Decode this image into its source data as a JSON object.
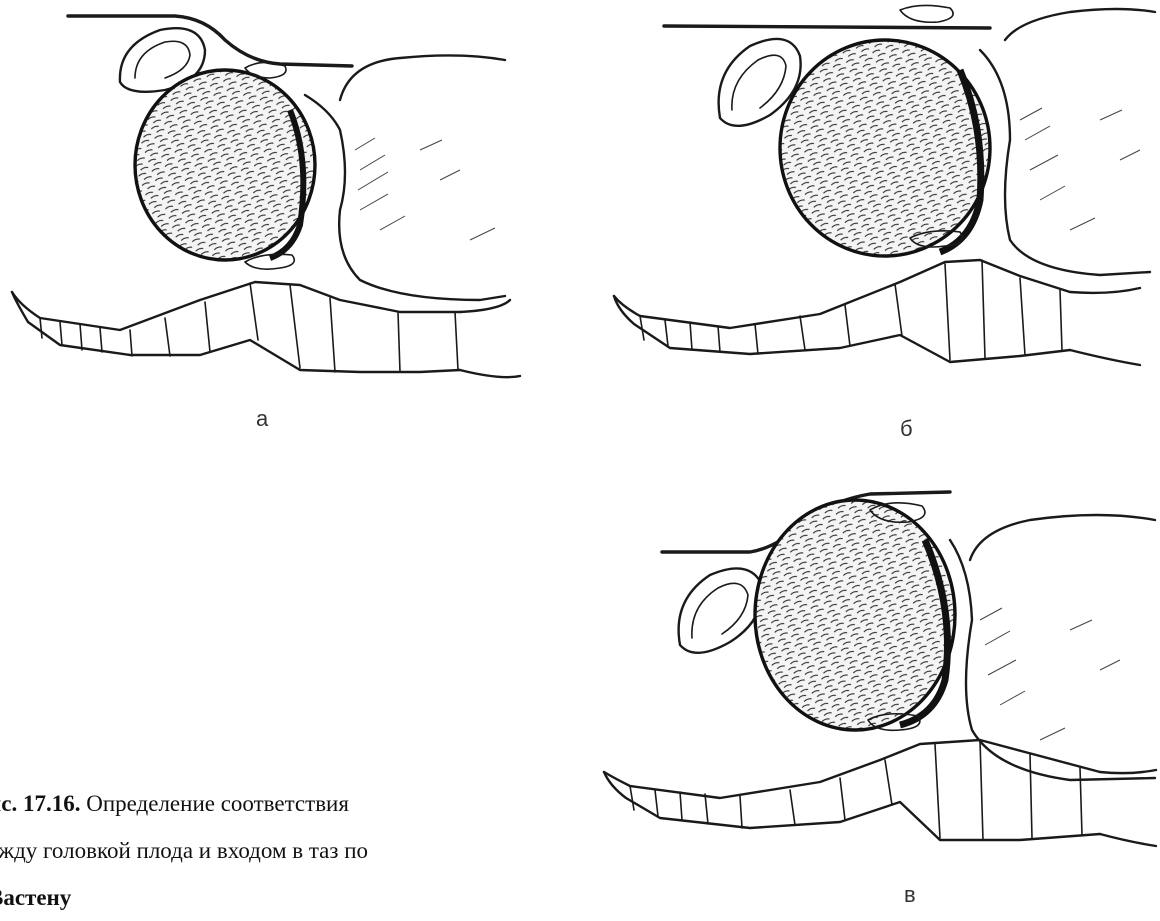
{
  "figure": {
    "panels": [
      {
        "id": "a",
        "label": "а"
      },
      {
        "id": "b",
        "label": "б"
      },
      {
        "id": "v",
        "label": "в"
      }
    ],
    "caption": {
      "number": "ис. 17.16.",
      "line1": "Определение соответствия",
      "line2": "ежду головкой плода и входом в таз по",
      "line3": "Вастену"
    }
  },
  "colors": {
    "ink": "#1a1a1a",
    "paper": "#ffffff"
  }
}
